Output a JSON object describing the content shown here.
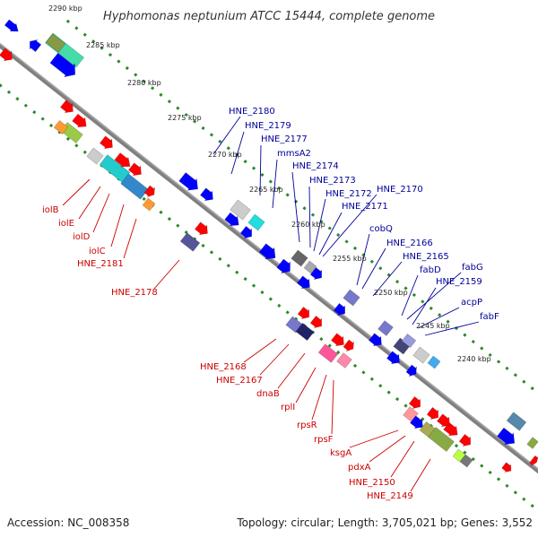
{
  "title": "Hyphomonas neptunium ATCC 15444, complete genome",
  "footer": {
    "accession": "Accession: NC_008358",
    "topology": "Topology: circular; Length: 3,705,021 bp; Genes: 3,552"
  },
  "colors": {
    "backbone": "#808080",
    "tick_dot": "#2a8a2a",
    "forward_arrow": "#ff0000",
    "reverse_arrow": "#0000ff",
    "forward_label": "#cc0000",
    "reverse_label": "#000099"
  },
  "scale_labels": [
    {
      "text": "2290 kbp"
    },
    {
      "text": "2285 kbp"
    },
    {
      "text": "2280 kbp"
    },
    {
      "text": "2275 kbp"
    },
    {
      "text": "2270 kbp"
    },
    {
      "text": "2265 kbp"
    },
    {
      "text": "2260 kbp"
    },
    {
      "text": "2255 kbp"
    },
    {
      "text": "2250 kbp"
    },
    {
      "text": "2245 kbp"
    },
    {
      "text": "2240 kbp"
    }
  ],
  "top_labels": [
    {
      "text": "HNE_2180"
    },
    {
      "text": "HNE_2179"
    },
    {
      "text": "HNE_2177"
    },
    {
      "text": "mmsA2"
    },
    {
      "text": "HNE_2174"
    },
    {
      "text": "HNE_2173"
    },
    {
      "text": "HNE_2172"
    },
    {
      "text": "HNE_2170"
    },
    {
      "text": "HNE_2171"
    },
    {
      "text": "cobQ"
    },
    {
      "text": "HNE_2166"
    },
    {
      "text": "HNE_2165"
    },
    {
      "text": "fabD"
    },
    {
      "text": "fabG"
    },
    {
      "text": "HNE_2159"
    },
    {
      "text": "acpP"
    },
    {
      "text": "fabF"
    }
  ],
  "bottom_labels": [
    {
      "text": "iolB"
    },
    {
      "text": "iolE"
    },
    {
      "text": "iolD"
    },
    {
      "text": "iolC"
    },
    {
      "text": "HNE_2181"
    },
    {
      "text": "HNE_2178"
    },
    {
      "text": "HNE_2168"
    },
    {
      "text": "HNE_2167"
    },
    {
      "text": "dnaB"
    },
    {
      "text": "rplI"
    },
    {
      "text": "rpsR"
    },
    {
      "text": "rpsF"
    },
    {
      "text": "ksgA"
    },
    {
      "text": "pdxA"
    },
    {
      "text": "HNE_2150"
    },
    {
      "text": "HNE_2149"
    }
  ]
}
